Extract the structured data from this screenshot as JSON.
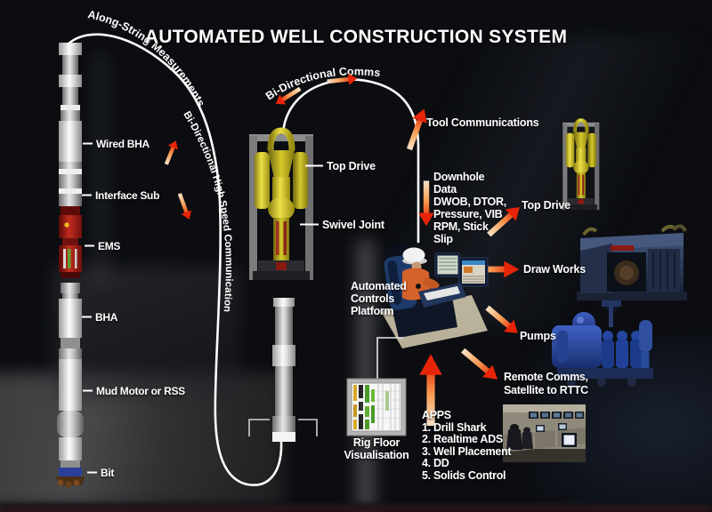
{
  "title": "AUTOMATED WELL CONSTRUCTION SYSTEM",
  "drill_string": {
    "wired_bha": "Wired BHA",
    "interface_sub": "Interface Sub",
    "ems": "EMS",
    "bha": "BHA",
    "mud_motor": "Mud Motor or RSS",
    "bit": "Bit"
  },
  "comms": {
    "along_string": "Along-String Measurements",
    "bidirectional_high_speed": "Bi-Directional High Speed Communication",
    "bidirectional_comms": "Bi-Directional Comms",
    "tool_communications": "Tool Communications"
  },
  "rig": {
    "top_drive": "Top Drive",
    "swivel_joint": "Swivel Joint"
  },
  "downhole_data": {
    "lines": [
      "Downhole",
      "Data",
      "DWOB, DTOR,",
      "Pressure, VIB",
      "RPM, Stick",
      "Slip"
    ]
  },
  "platform": {
    "lines": [
      "Automated",
      "Controls",
      "Platform"
    ]
  },
  "rig_floor": {
    "lines": [
      "Rig Floor",
      "Visualisation"
    ]
  },
  "apps": {
    "header": "APPS",
    "items": [
      "1. Drill Shark",
      "2. Realtime ADS",
      "3. Well Placement",
      "4. DD",
      "5. Solids Control"
    ]
  },
  "outputs": {
    "top_drive": "Top Drive",
    "draw_works": "Draw Works",
    "pumps": "Pumps",
    "remote_lines": [
      "Remote Comms,",
      "Satellite to RTTC"
    ]
  },
  "colors": {
    "background": "#0b0d11",
    "label_text": "#ffffff",
    "arrow_tail": "#fbe3c8",
    "arrow_head": "#d81000",
    "top_drive_yellow": "#e3d63a",
    "ems_red": "#b02419",
    "draw_works_blue": "#2c3a58",
    "pumps_blue": "#2d4fa8",
    "comm_line": "#ffffff"
  }
}
